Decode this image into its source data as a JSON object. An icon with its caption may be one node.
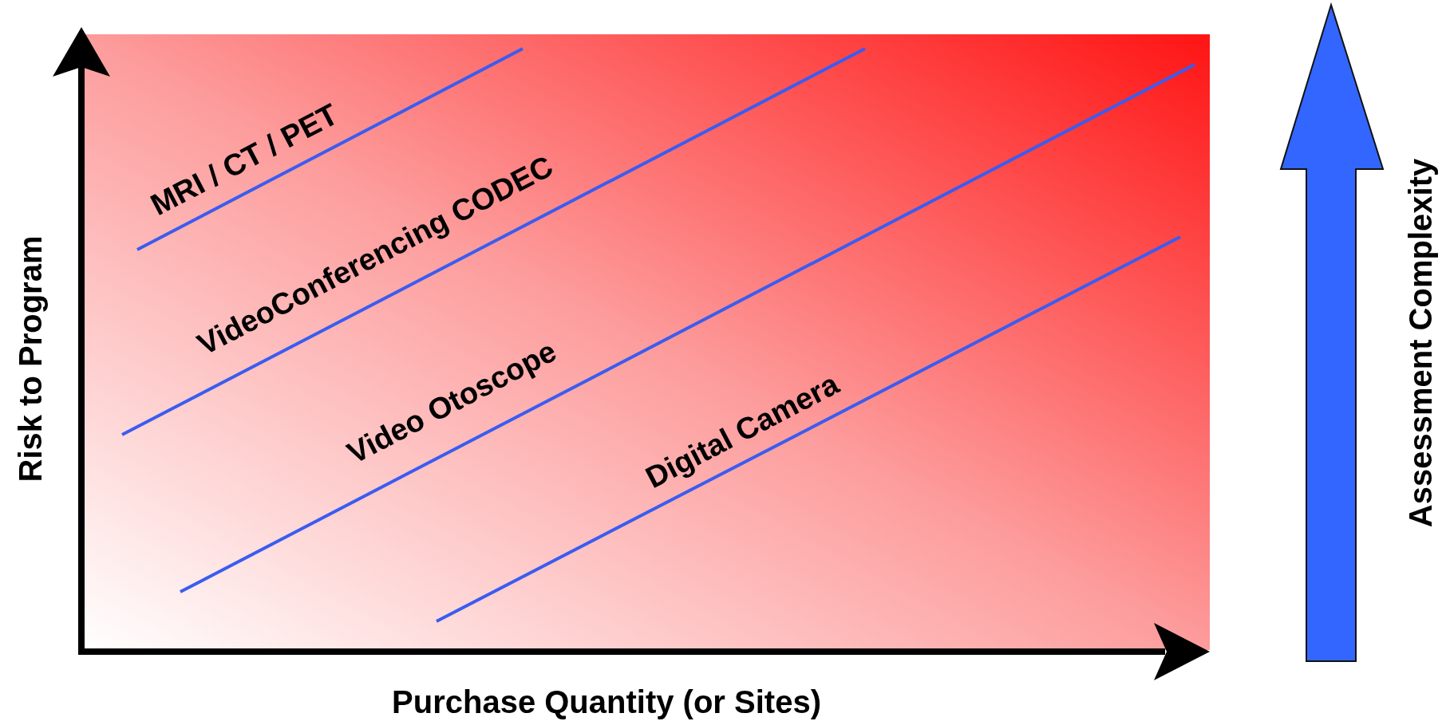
{
  "diagram": {
    "labels": [
      "MRI / CT / PET",
      "VideoConferencing CODEC",
      "Video Otoscope",
      "Digital Camera",
      "Risk to Program",
      "Assessment Complexity",
      "Purchase Quantity (or Sites)"
    ]
  }
}
